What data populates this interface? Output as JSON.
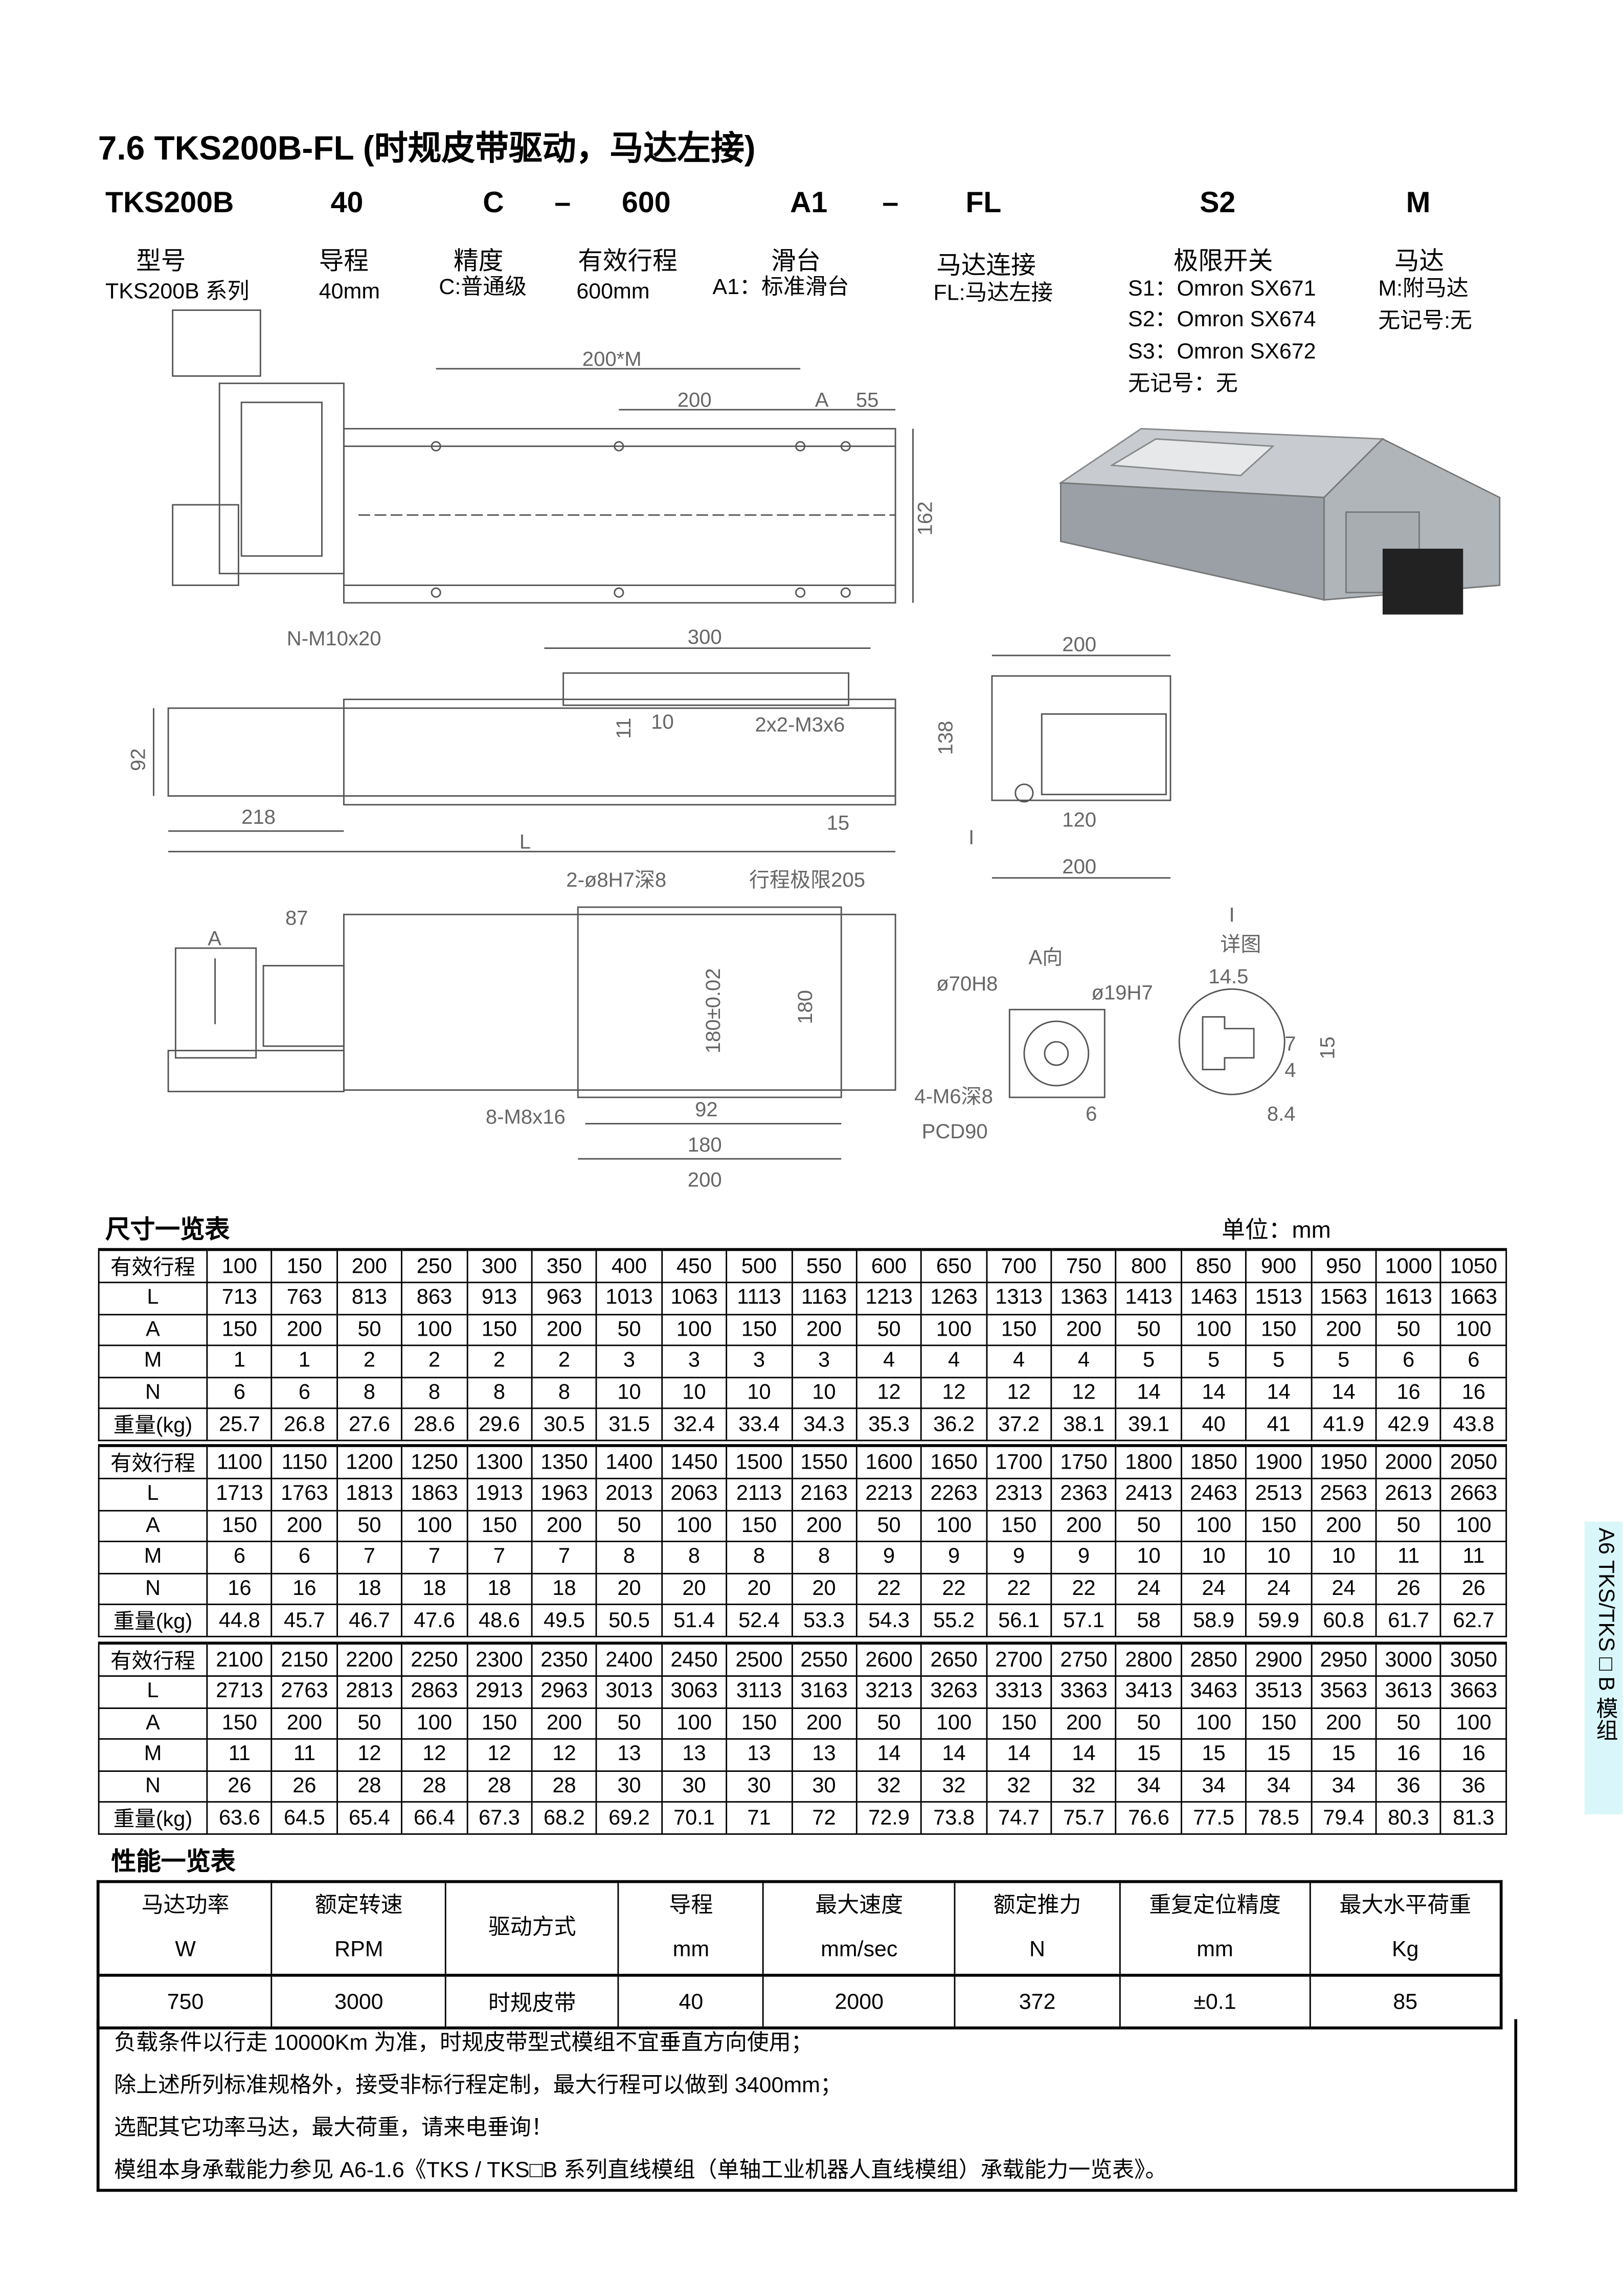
{
  "title": "7.6 TKS200B-FL (时规皮带驱动，马达左接)",
  "model_code": {
    "parts": [
      "TKS200B",
      "40",
      "C",
      "–",
      "600",
      "A1",
      "–",
      "FL",
      "S2",
      "M"
    ]
  },
  "code_legend": {
    "labels": [
      "型号",
      "导程",
      "精度",
      "有效行程",
      "滑台",
      "马达连接",
      "极限开关",
      "马达"
    ],
    "model": "TKS200B 系列",
    "lead": "40mm",
    "precision": "C:普通级",
    "stroke": "600mm",
    "slide": "A1：标准滑台",
    "motor_conn": "FL:马达左接",
    "switch": [
      "S1：Omron SX671",
      "S2：Omron SX674",
      "S3：Omron SX672",
      "无记号：无"
    ],
    "motor": [
      "M:附马达",
      "无记号:无"
    ]
  },
  "drawing_labels": {
    "top": [
      "200*M",
      "200",
      "A",
      "55",
      "162",
      "N-M10x20"
    ],
    "side": [
      "300",
      "10",
      "11",
      "2x2-M3x6",
      "92",
      "218",
      "15",
      "L"
    ],
    "end": [
      "200",
      "138",
      "120",
      "200",
      "I"
    ],
    "bottom": [
      "2-ø8H7深8",
      "行程极限205",
      "87",
      "A",
      "180±0.02",
      "180",
      "92",
      "180",
      "200",
      "8-M8x16"
    ],
    "a_view": [
      "A向",
      "ø70H8",
      "ø19H7",
      "4-M6深8",
      "PCD90",
      "6"
    ],
    "detail": [
      "I",
      "详图",
      "14.5",
      "7",
      "15",
      "4",
      "8.4"
    ]
  },
  "dimension_table": {
    "title": "尺寸一览表",
    "unit": "单位：mm",
    "row_labels": [
      "有效行程",
      "L",
      "A",
      "M",
      "N",
      "重量(kg)"
    ],
    "blocks": [
      [
        [
          "100",
          "150",
          "200",
          "250",
          "300",
          "350",
          "400",
          "450",
          "500",
          "550",
          "600",
          "650",
          "700",
          "750",
          "800",
          "850",
          "900",
          "950",
          "1000",
          "1050"
        ],
        [
          "713",
          "763",
          "813",
          "863",
          "913",
          "963",
          "1013",
          "1063",
          "1113",
          "1163",
          "1213",
          "1263",
          "1313",
          "1363",
          "1413",
          "1463",
          "1513",
          "1563",
          "1613",
          "1663"
        ],
        [
          "150",
          "200",
          "50",
          "100",
          "150",
          "200",
          "50",
          "100",
          "150",
          "200",
          "50",
          "100",
          "150",
          "200",
          "50",
          "100",
          "150",
          "200",
          "50",
          "100"
        ],
        [
          "1",
          "1",
          "2",
          "2",
          "2",
          "2",
          "3",
          "3",
          "3",
          "3",
          "4",
          "4",
          "4",
          "4",
          "5",
          "5",
          "5",
          "5",
          "6",
          "6"
        ],
        [
          "6",
          "6",
          "8",
          "8",
          "8",
          "8",
          "10",
          "10",
          "10",
          "10",
          "12",
          "12",
          "12",
          "12",
          "14",
          "14",
          "14",
          "14",
          "16",
          "16"
        ],
        [
          "25.7",
          "26.8",
          "27.6",
          "28.6",
          "29.6",
          "30.5",
          "31.5",
          "32.4",
          "33.4",
          "34.3",
          "35.3",
          "36.2",
          "37.2",
          "38.1",
          "39.1",
          "40",
          "41",
          "41.9",
          "42.9",
          "43.8"
        ]
      ],
      [
        [
          "1100",
          "1150",
          "1200",
          "1250",
          "1300",
          "1350",
          "1400",
          "1450",
          "1500",
          "1550",
          "1600",
          "1650",
          "1700",
          "1750",
          "1800",
          "1850",
          "1900",
          "1950",
          "2000",
          "2050"
        ],
        [
          "1713",
          "1763",
          "1813",
          "1863",
          "1913",
          "1963",
          "2013",
          "2063",
          "2113",
          "2163",
          "2213",
          "2263",
          "2313",
          "2363",
          "2413",
          "2463",
          "2513",
          "2563",
          "2613",
          "2663"
        ],
        [
          "150",
          "200",
          "50",
          "100",
          "150",
          "200",
          "50",
          "100",
          "150",
          "200",
          "50",
          "100",
          "150",
          "200",
          "50",
          "100",
          "150",
          "200",
          "50",
          "100"
        ],
        [
          "6",
          "6",
          "7",
          "7",
          "7",
          "7",
          "8",
          "8",
          "8",
          "8",
          "9",
          "9",
          "9",
          "9",
          "10",
          "10",
          "10",
          "10",
          "11",
          "11"
        ],
        [
          "16",
          "16",
          "18",
          "18",
          "18",
          "18",
          "20",
          "20",
          "20",
          "20",
          "22",
          "22",
          "22",
          "22",
          "24",
          "24",
          "24",
          "24",
          "26",
          "26"
        ],
        [
          "44.8",
          "45.7",
          "46.7",
          "47.6",
          "48.6",
          "49.5",
          "50.5",
          "51.4",
          "52.4",
          "53.3",
          "54.3",
          "55.2",
          "56.1",
          "57.1",
          "58",
          "58.9",
          "59.9",
          "60.8",
          "61.7",
          "62.7"
        ]
      ],
      [
        [
          "2100",
          "2150",
          "2200",
          "2250",
          "2300",
          "2350",
          "2400",
          "2450",
          "2500",
          "2550",
          "2600",
          "2650",
          "2700",
          "2750",
          "2800",
          "2850",
          "2900",
          "2950",
          "3000",
          "3050"
        ],
        [
          "2713",
          "2763",
          "2813",
          "2863",
          "2913",
          "2963",
          "3013",
          "3063",
          "3113",
          "3163",
          "3213",
          "3263",
          "3313",
          "3363",
          "3413",
          "3463",
          "3513",
          "3563",
          "3613",
          "3663"
        ],
        [
          "150",
          "200",
          "50",
          "100",
          "150",
          "200",
          "50",
          "100",
          "150",
          "200",
          "50",
          "100",
          "150",
          "200",
          "50",
          "100",
          "150",
          "200",
          "50",
          "100"
        ],
        [
          "11",
          "11",
          "12",
          "12",
          "12",
          "12",
          "13",
          "13",
          "13",
          "13",
          "14",
          "14",
          "14",
          "14",
          "15",
          "15",
          "15",
          "15",
          "16",
          "16"
        ],
        [
          "26",
          "26",
          "28",
          "28",
          "28",
          "28",
          "30",
          "30",
          "30",
          "30",
          "32",
          "32",
          "32",
          "32",
          "34",
          "34",
          "34",
          "34",
          "36",
          "36"
        ],
        [
          "63.6",
          "64.5",
          "65.4",
          "66.4",
          "67.3",
          "68.2",
          "69.2",
          "70.1",
          "71",
          "72",
          "72.9",
          "73.8",
          "74.7",
          "75.7",
          "76.6",
          "77.5",
          "78.5",
          "79.4",
          "80.3",
          "81.3"
        ]
      ]
    ]
  },
  "performance_table": {
    "title": "性能一览表",
    "headers": [
      [
        "马达功率",
        "W"
      ],
      [
        "额定转速",
        "RPM"
      ],
      [
        "驱动方式",
        ""
      ],
      [
        "导程",
        "mm"
      ],
      [
        "最大速度",
        "mm/sec"
      ],
      [
        "额定推力",
        "N"
      ],
      [
        "重复定位精度",
        "mm"
      ],
      [
        "最大水平荷重",
        "Kg"
      ]
    ],
    "values": [
      "750",
      "3000",
      "时规皮带",
      "40",
      "2000",
      "372",
      "±0.1",
      "85"
    ],
    "notes": [
      "负载条件以行走 10000Km 为准，时规皮带型式模组不宜垂直方向使用；",
      "除上述所列标准规格外，接受非标行程定制，最大行程可以做到 3400mm；",
      "选配其它功率马达，最大荷重，请来电垂询！",
      "模组本身承载能力参见 A6-1.6《TKS / TKS□B 系列直线模组（单轴工业机器人直线模组）承载能力一览表》。"
    ]
  },
  "side_tab": "A6 TKS/TKS□B 模组",
  "colors": {
    "side_tab_bg": "#d9f7fb",
    "drawing_line": "#555555"
  }
}
